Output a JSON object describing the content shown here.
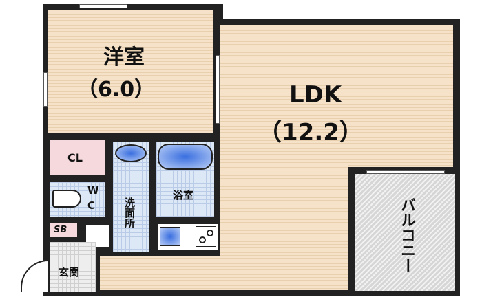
{
  "rooms": {
    "western": {
      "name": "洋室",
      "size": "（6.0）"
    },
    "ldk": {
      "name": "LDK",
      "size": "（12.2）"
    },
    "closet": "CL",
    "wc": "WC",
    "shoebox": "SB",
    "bath": "浴室",
    "washroom": "洗面所",
    "entrance": "玄関",
    "balcony": "バルコニー"
  },
  "colors": {
    "floor": "#f6e2c8",
    "tile": "#dde8f6",
    "closet": "#f6d9dc",
    "balcony": "#d6d6d6",
    "wall": "#222222"
  }
}
